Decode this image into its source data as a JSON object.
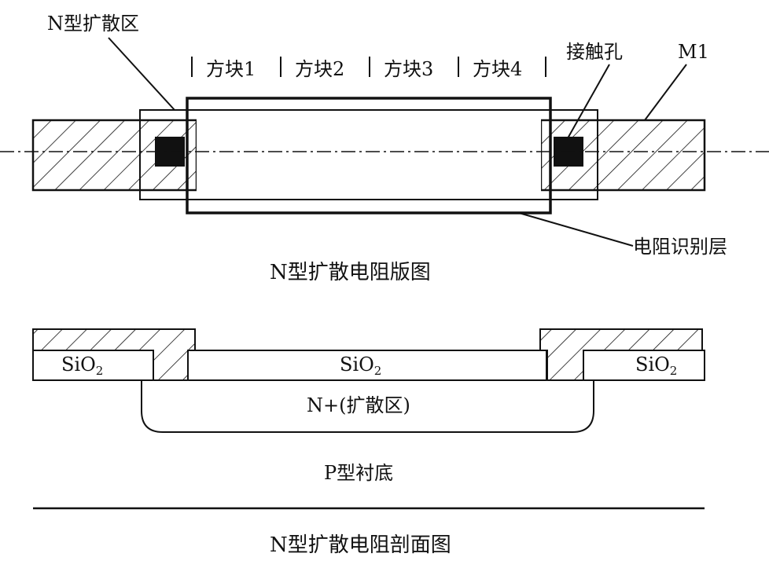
{
  "layout_view": {
    "diffusion_label": "N型扩散区",
    "squares": [
      "方块1",
      "方块2",
      "方块3",
      "方块4"
    ],
    "contact_label": "接触孔",
    "metal_label": "M1",
    "id_layer_label": "电阻识别层",
    "caption": "N型扩散电阻版图"
  },
  "cross_section": {
    "oxide_label": "SiO",
    "oxide_subscript": "2",
    "diffusion_label": "N+(扩散区)",
    "substrate_label": "P型衬底",
    "caption": "N型扩散电阻剖面图"
  },
  "colors": {
    "ink": "#111111",
    "background": "#ffffff"
  }
}
